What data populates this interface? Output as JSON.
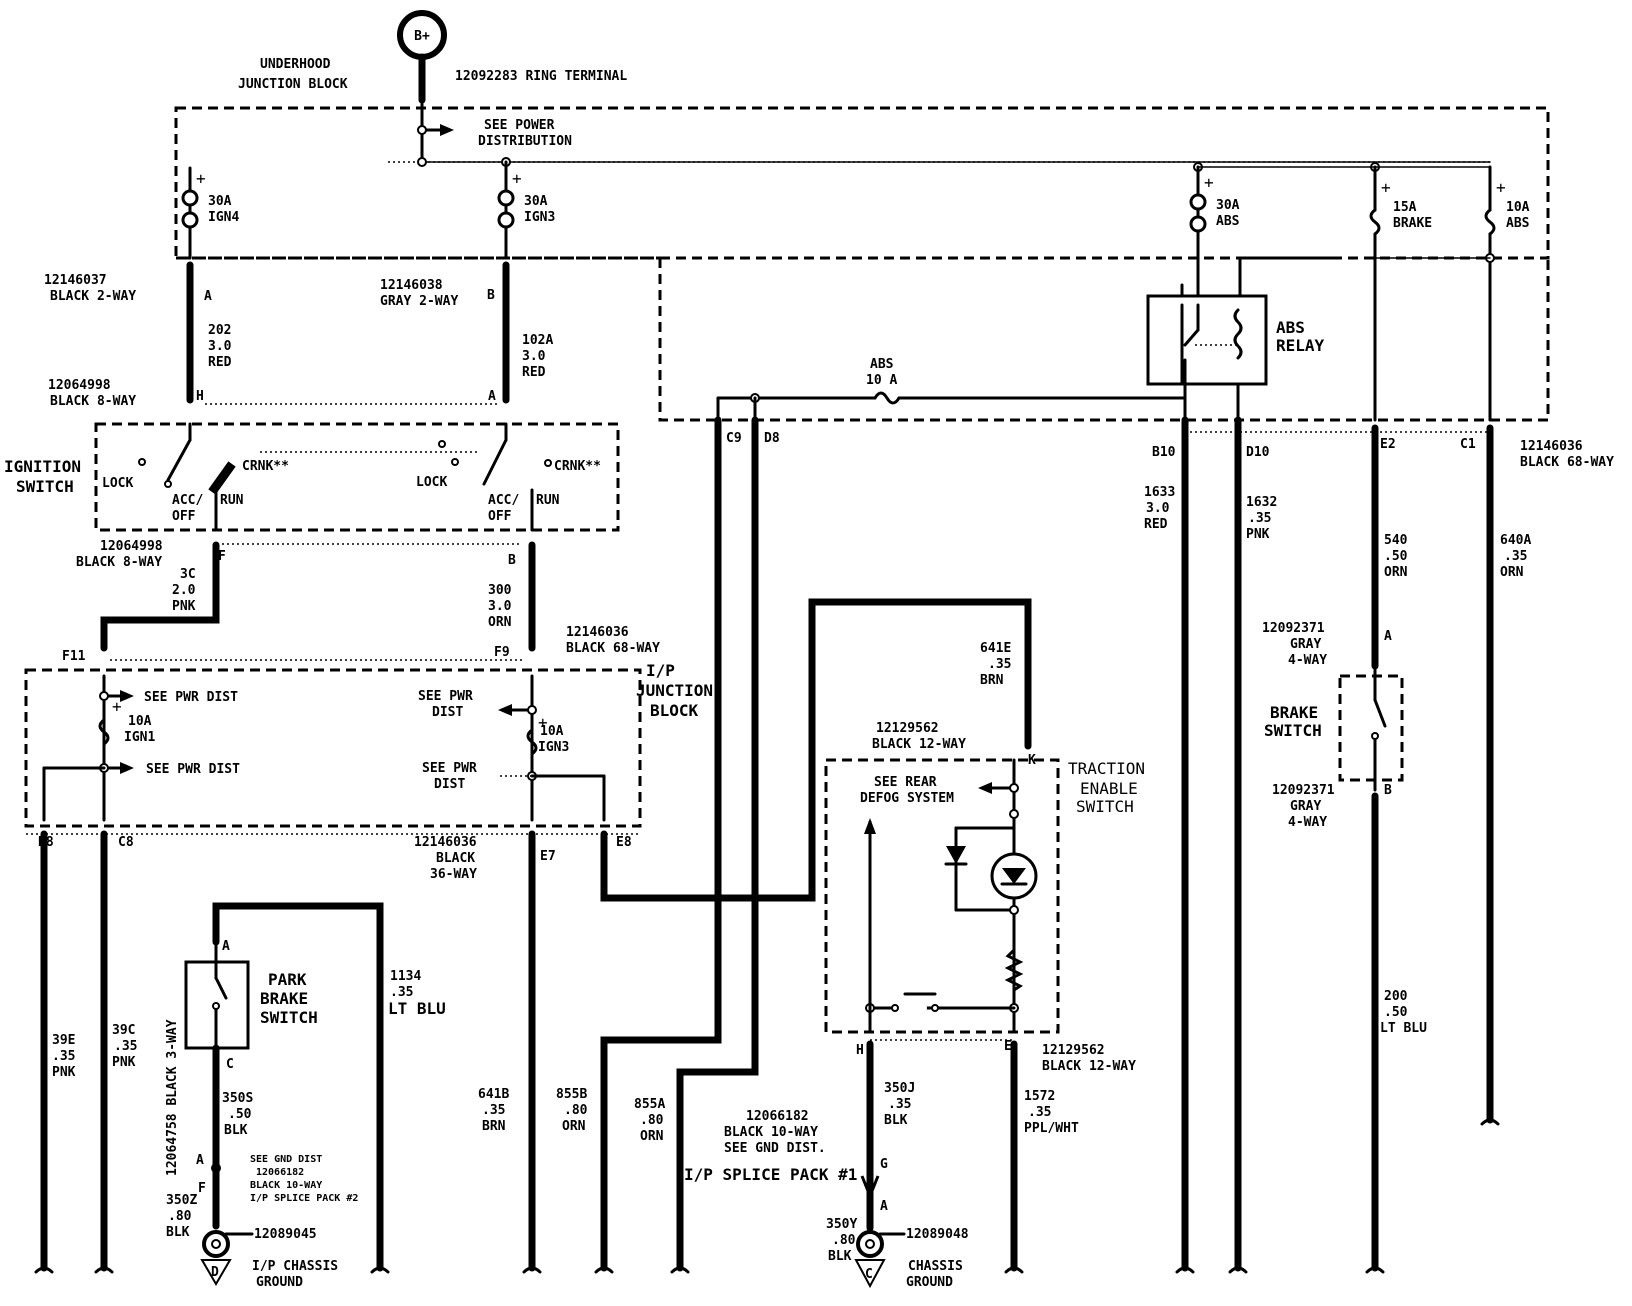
{
  "battery": {
    "label": "B+",
    "terminal": "12092283 RING TERMINAL"
  },
  "blocks": {
    "underhood": [
      "UNDERHOOD",
      "JUNCTION BLOCK"
    ],
    "ignition_switch": [
      "IGNITION",
      "SWITCH"
    ],
    "ip_junction": [
      "I/P",
      "JUNCTION",
      "BLOCK"
    ],
    "abs_relay": [
      "ABS",
      "RELAY"
    ],
    "traction_switch": [
      "TRACTION",
      "ENABLE",
      "SWITCH"
    ],
    "park_brake": [
      "PARK",
      "BRAKE",
      "SWITCH"
    ],
    "brake_switch": [
      "BRAKE",
      "SWITCH"
    ]
  },
  "see_notes": {
    "power_distribution": [
      "SEE POWER",
      "DISTRIBUTION"
    ],
    "pwr_dist_1": "SEE PWR  DIST",
    "pwr_dist_2": "SEE PWR DIST",
    "pwr_dist_3": [
      "SEE PWR",
      "DIST"
    ],
    "pwr_dist_4": [
      "SEE PWR",
      "DIST"
    ],
    "rear_defog": [
      "SEE REAR",
      "DEFOG SYSTEM"
    ],
    "gnd_dist": [
      "SEE GND DIST",
      "12066182",
      "BLACK 10-WAY",
      "I/P SPLICE PACK #2"
    ]
  },
  "fuses": {
    "ign4": [
      "30A",
      "IGN4"
    ],
    "ign3": [
      "30A",
      "IGN3"
    ],
    "abs30": [
      "30A",
      "ABS"
    ],
    "brake15": [
      "15A",
      "BRAKE"
    ],
    "abs10": [
      "10A",
      "ABS"
    ],
    "abs10a": [
      "ABS",
      "10 A"
    ],
    "ign1": [
      "10A",
      "IGN1"
    ],
    "ign3b": [
      "10A",
      "IGN3"
    ]
  },
  "connectors": {
    "c_12146037": [
      "12146037",
      "BLACK 2-WAY"
    ],
    "c_12146038": [
      "12146038",
      "GRAY 2-WAY"
    ],
    "c_12064998_top": [
      "12064998",
      "BLACK 8-WAY"
    ],
    "c_12064998_bot": [
      "12064998",
      "BLACK 8-WAY"
    ],
    "c_12146036_ip": [
      "12146036",
      "BLACK 68-WAY"
    ],
    "c_12146036_right": [
      "12146036",
      "BLACK 68-WAY"
    ],
    "c_12146036_bot": [
      "12146036",
      "BLACK",
      "36-WAY"
    ],
    "c_12129562_top": [
      "12129562",
      "BLACK 12-WAY"
    ],
    "c_12129562_bot": [
      "12129562",
      "BLACK 12-WAY"
    ],
    "c_12092371_top": [
      "12092371",
      "GRAY",
      "4-WAY"
    ],
    "c_12092371_bot": [
      "12092371",
      "GRAY",
      "4-WAY"
    ],
    "c_12064758": "12064758 BLACK 3-WAY",
    "c_12066182": [
      "12066182",
      "BLACK 10-WAY",
      "SEE GND DIST."
    ],
    "splice_pack": "I/P SPLICE PACK #1"
  },
  "pins": {
    "A1": "A",
    "B1": "B",
    "H": "H",
    "A2": "A",
    "F": "F",
    "B2": "B",
    "F11": "F11",
    "F9": "F9",
    "D8": "D8",
    "C8": "C8",
    "E7": "E7",
    "E8": "E8",
    "C9": "C9",
    "D8r": "D8",
    "B10": "B10",
    "D10": "D10",
    "E2": "E2",
    "C1": "C1",
    "K": "K",
    "H2": "H",
    "E": "E",
    "Ab": "A",
    "Bb": "B",
    "PA": "A",
    "PC": "C",
    "SA": "A",
    "SF": "F",
    "G": "G",
    "A3": "A"
  },
  "switch_positions": {
    "lock1": "LOCK",
    "acc1": [
      "ACC/",
      "OFF"
    ],
    "run1": "RUN",
    "crnk1": "CRNK**",
    "lock2": "LOCK",
    "acc2": [
      "ACC/",
      "OFF"
    ],
    "run2": "RUN",
    "crnk2": "CRNK**"
  },
  "wires": {
    "w202": [
      "202",
      "3.0",
      "RED"
    ],
    "w102a": [
      "102A",
      "3.0",
      "RED"
    ],
    "w3c": [
      "3C",
      "2.0",
      "PNK"
    ],
    "w300": [
      "300",
      "3.0",
      "ORN"
    ],
    "w39e": [
      "39E",
      ".35",
      "PNK"
    ],
    "w39c": [
      "39C",
      ".35",
      "PNK"
    ],
    "w1134": [
      "1134",
      ".35",
      "LT BLU"
    ],
    "w350s": [
      "350S",
      ".50",
      "BLK"
    ],
    "w350z": [
      "350Z",
      ".80",
      "BLK"
    ],
    "w641b": [
      "641B",
      ".35",
      "BRN"
    ],
    "w855b": [
      "855B",
      ".80",
      "ORN"
    ],
    "w855a": [
      "855A",
      ".80",
      "ORN"
    ],
    "w641e": [
      "641E",
      ".35",
      "BRN"
    ],
    "w350j": [
      "350J",
      ".35",
      "BLK"
    ],
    "w350y": [
      "350Y",
      ".80",
      "BLK"
    ],
    "w1572": [
      "1572",
      ".35",
      "PPL/WHT"
    ],
    "w1633": [
      "1633",
      "3.0",
      "RED"
    ],
    "w1632": [
      "1632",
      ".35",
      "PNK"
    ],
    "w540": [
      "540",
      ".50",
      "ORN"
    ],
    "w640a": [
      "640A",
      ".35",
      "ORN"
    ],
    "w200": [
      "200",
      ".50",
      "LT BLU"
    ]
  },
  "grounds": {
    "ip": {
      "part": "12089045",
      "label": [
        "I/P CHASSIS",
        "GROUND"
      ],
      "letter": "D"
    },
    "chassis": {
      "part": "12089048",
      "label": [
        "CHASSIS",
        "GROUND"
      ],
      "letter": "C"
    }
  }
}
